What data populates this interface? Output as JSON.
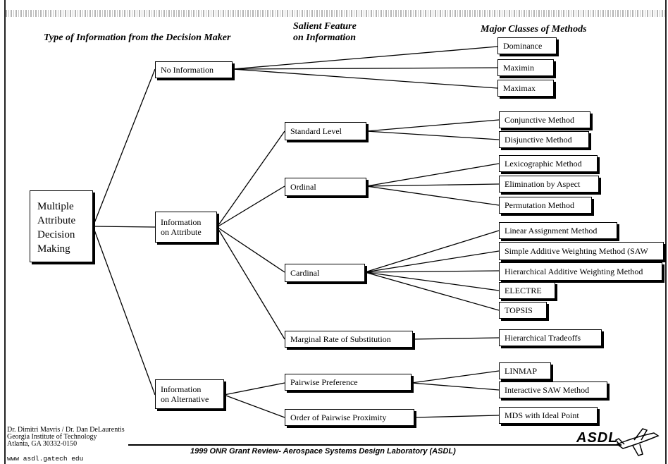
{
  "headers": {
    "col1": "Type of Information from the Decision Maker",
    "col2": "Salient Feature\non Information",
    "col3": "Major Classes of Methods"
  },
  "root": "Multiple\nAttribute\nDecision\nMaking",
  "level1": {
    "no_info": "No Information",
    "attr": "Information\non Attribute",
    "alt": "Information\non Alternative"
  },
  "level2": {
    "standard": "Standard Level",
    "ordinal": "Ordinal",
    "cardinal": "Cardinal",
    "marginal": "Marginal Rate of Substitution",
    "pairwise": "Pairwise Preference",
    "proximity": "Order of Pairwise Proximity"
  },
  "methods": {
    "dominance": "Dominance",
    "maximin": "Maximin",
    "maximax": "Maximax",
    "conjunctive": "Conjunctive Method",
    "disjunctive": "Disjunctive Method",
    "lexicographic": "Lexicographic Method",
    "elimination": "Elimination by Aspect",
    "permutation": "Permutation Method",
    "linear": "Linear Assignment Method",
    "saw": "Simple Additive Weighting Method (SAW",
    "hierarchical_saw": "Hierarchical Additive Weighting Method",
    "electre": "ELECTRE",
    "topsis": "TOPSIS",
    "tradeoffs": "Hierarchical Tradeoffs",
    "linmap": "LINMAP",
    "interactive_saw": "Interactive SAW Method",
    "mds": "MDS with Ideal Point"
  },
  "footer": {
    "authors": "Dr. Dimitri Mavris / Dr. Dan DeLaurentis\nGeorgia Institute of Technology\nAtlanta, GA  30332-0150",
    "url": "www asdl.gatech edu",
    "center": "1999 ONR Grant Review- Aerospace Systems Design Laboratory (ASDL)",
    "logo": "ASDL"
  }
}
